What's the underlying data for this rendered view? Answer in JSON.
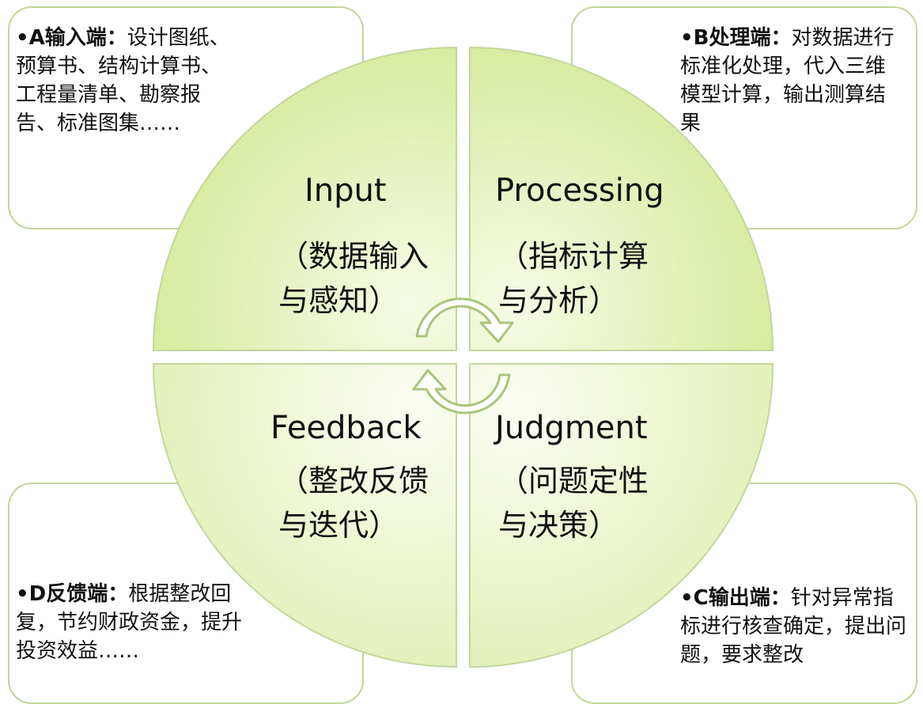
{
  "colors": {
    "quadrant_fill": "#e9f4c8",
    "quadrant_fill_light": "#f4f9e2",
    "border": "#c3d69b",
    "arrow": "#a9c57a"
  },
  "quadrants": {
    "input": {
      "title": "Input",
      "subtitle_line1": "（数据输入",
      "subtitle_line2": "与感知）"
    },
    "processing": {
      "title": "Processing",
      "subtitle_line1": "（指标计算",
      "subtitle_line2": "与分析）"
    },
    "feedback": {
      "title": "Feedback",
      "subtitle_line1": "（整改反馈",
      "subtitle_line2": "与迭代）"
    },
    "judgment": {
      "title": "Judgment",
      "subtitle_line1": "（问题定性",
      "subtitle_line2": "与决策）"
    }
  },
  "boxes": {
    "a": {
      "bullet": "•",
      "head": "A输入端：",
      "body": "设计图纸、预算书、结构计算书、工程量清单、勘察报告、标准图集……"
    },
    "b": {
      "bullet": "•",
      "head": "B处理端：",
      "body": "对数据进行标准化处理，代入三维模型计算，输出测算结果"
    },
    "c": {
      "bullet": "•",
      "head": "C输出端：",
      "body": "针对异常指标进行核查确定，提出问题，要求整改"
    },
    "d": {
      "bullet": "•",
      "head": "D反馈端：",
      "body": "根据整改回复，节约财政资金，提升投资效益……"
    }
  }
}
